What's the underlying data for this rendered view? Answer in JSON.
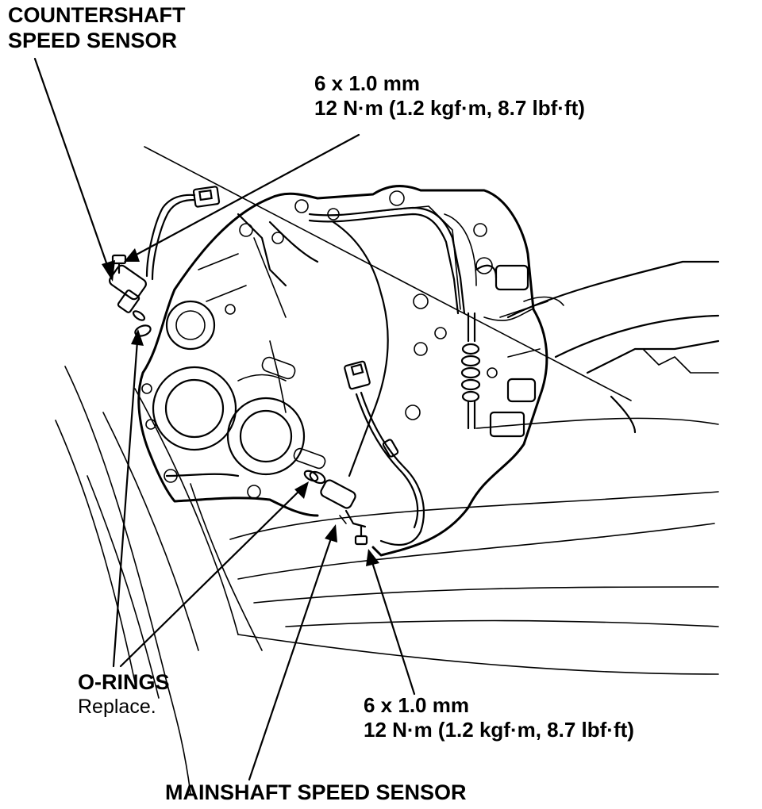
{
  "labels": {
    "countershaft_sensor": [
      "COUNTERSHAFT",
      "SPEED SENSOR"
    ],
    "bolt_top": [
      "6 x 1.0 mm",
      "12 N·m (1.2 kgf·m, 8.7 lbf·ft)"
    ],
    "o_rings": "O-RINGS",
    "o_rings_note": "Replace.",
    "bolt_bottom": [
      "6 x 1.0 mm",
      "12 N·m (1.2 kgf·m, 8.7 lbf·ft)"
    ],
    "mainshaft_sensor": "MAINSHAFT SPEED SENSOR"
  },
  "colors": {
    "ink": "#000000",
    "paper": "#ffffff"
  }
}
